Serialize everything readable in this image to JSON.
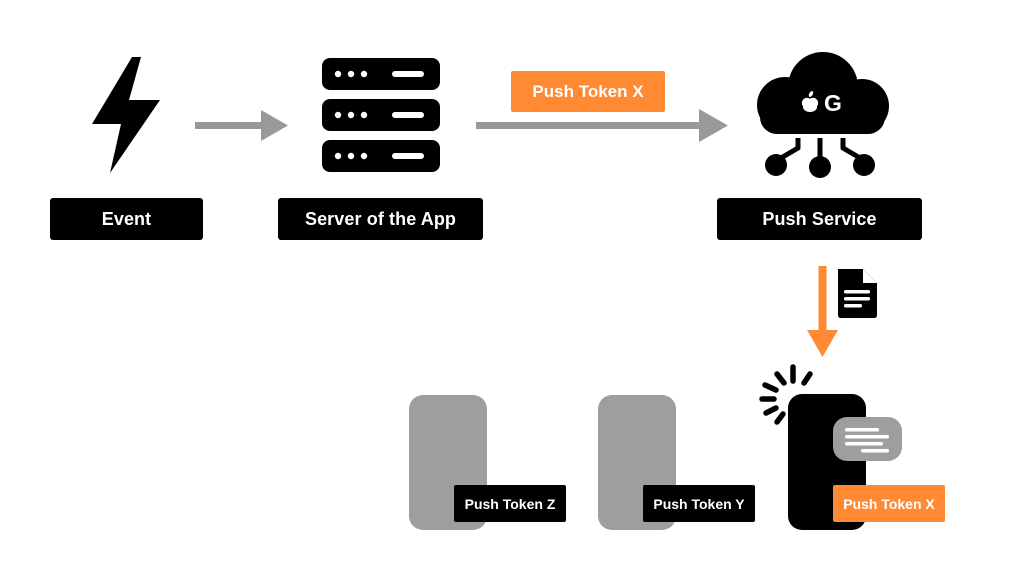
{
  "nodes": {
    "event": {
      "label": "Event",
      "icon": "lightning-bolt-icon"
    },
    "server": {
      "label": "Server of the App",
      "icon": "server-rack-icon"
    },
    "push_service": {
      "label": "Push Service",
      "icon": "cloud-network-icon",
      "cloud_marks": [
        "",
        "G"
      ]
    }
  },
  "message": {
    "label": "Push Token X",
    "icon": "document-icon"
  },
  "devices": [
    {
      "token": "Push Token Z",
      "state": "inactive"
    },
    {
      "token": "Push Token Y",
      "state": "inactive"
    },
    {
      "token": "Push Token X",
      "state": "receiving"
    }
  ],
  "colors": {
    "accent": "#ff8a33",
    "arrow_gray": "#999999",
    "device_gray": "#9e9e9e",
    "black": "#000000"
  }
}
